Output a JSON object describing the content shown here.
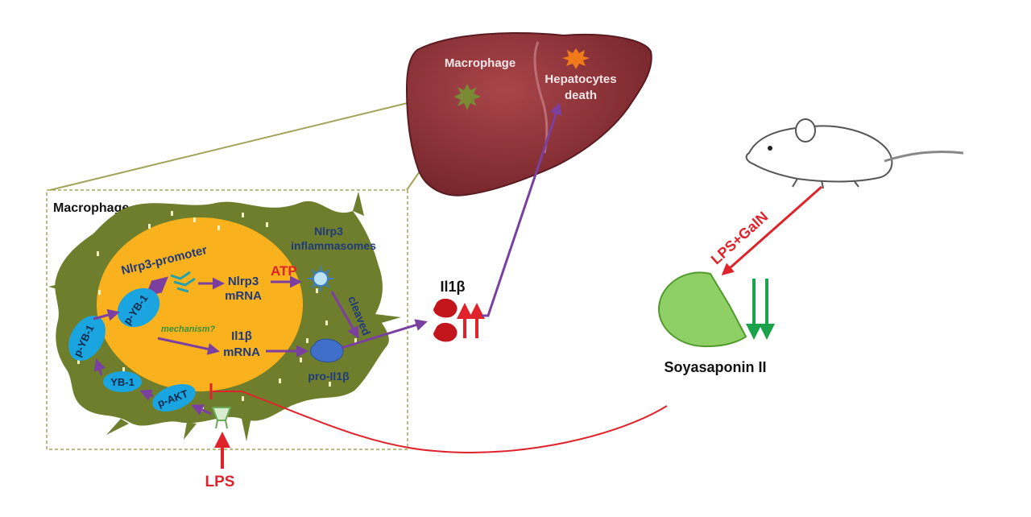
{
  "labels": {
    "box_title": "Macrophage",
    "liver_macrophage": "Macrophage",
    "hepatocytes_line1": "Hepatocytes",
    "hepatocytes_line2": "death",
    "nlrp3_promoter": "Nlrp3-promoter",
    "nlrp3_mrna_line1": "Nlrp3",
    "nlrp3_mrna_line2": "mRNA",
    "atp": "ATP",
    "inflammasome_line1": "Nlrp3",
    "inflammasome_line2": "inflammasomes",
    "cleaved": "cleaved",
    "il1b_mrna_line1": "Il1β",
    "il1b_mrna_line2": "mRNA",
    "mechanism": "mechanism?",
    "pro_il1b": "pro-Il1β",
    "p_yb1_nuclear": "p-YB-1",
    "p_yb1_cyto": "p-YB-1",
    "yb1": "YB-1",
    "p_akt": "p-AKT",
    "lps": "LPS",
    "il1b": "Il1β",
    "lps_galn": "LPS+GalN",
    "soyasaponin": "Soyasaponin II"
  },
  "colors": {
    "liver": "#8a2e34",
    "cell": "#6f7e2c",
    "nucleus": "#f9b21d",
    "protein": "#1ba5e0",
    "purple_arrow": "#7b3fa0",
    "red": "#e0232a",
    "green_arrow": "#1aa34a",
    "soyasaponin": "#8ed066"
  }
}
